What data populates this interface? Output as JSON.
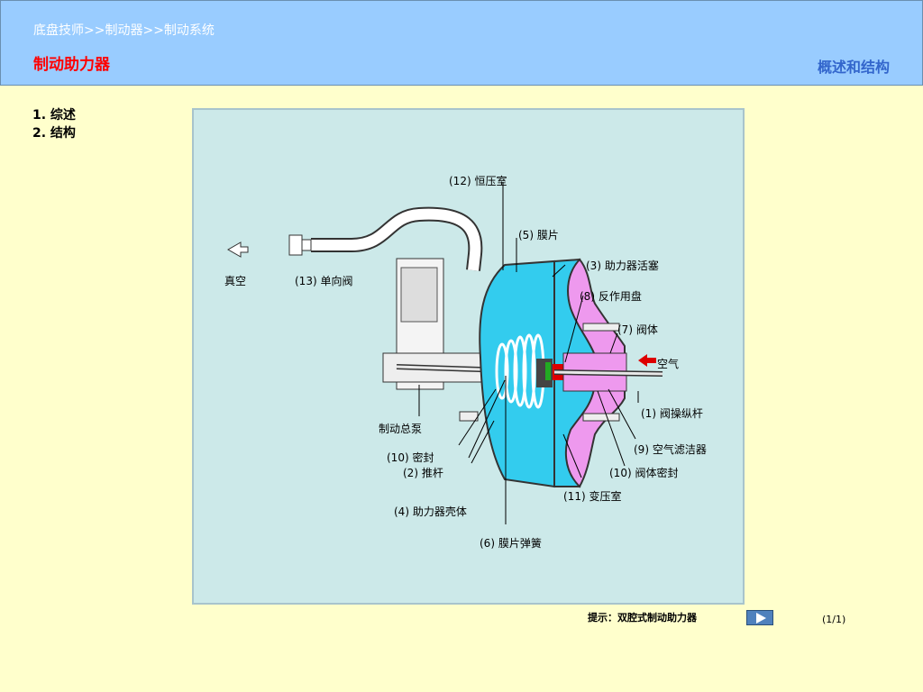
{
  "header": {
    "breadcrumb": "底盘技师>>制动器>>制动系统",
    "page_title": "制动助力器",
    "section_title": "概述和结构"
  },
  "toc": {
    "items": [
      "1. 综述",
      "2. 结构"
    ]
  },
  "diagram": {
    "labels": {
      "l12": "(12) 恒压室",
      "l5": "(5) 膜片",
      "l3": "(3) 助力器活塞",
      "l8": "(8) 反作用盘",
      "l7": "(7) 阀体",
      "air": "空气",
      "l1": "(1) 阀操纵杆",
      "l9": "(9) 空气滤洁器",
      "l10b": "(10) 阀体密封",
      "l11": "(11) 变压室",
      "l6": "(6) 膜片弹簧",
      "l4": "(4) 助力器壳体",
      "l2": "(2) 推杆",
      "l10a": "(10) 密封",
      "master": "制动总泵",
      "vacuum": "真空",
      "l13": "(13) 单向阀"
    },
    "colors": {
      "constant_chamber": "#33ccee",
      "variable_chamber": "#ee99ee",
      "panel_bg": "#cce9e9",
      "arrow_red": "#dd0000",
      "reaction_green": "#22aa22"
    }
  },
  "footer": {
    "hint": "提示：双腔式制动助力器",
    "page": "(1/1)"
  }
}
